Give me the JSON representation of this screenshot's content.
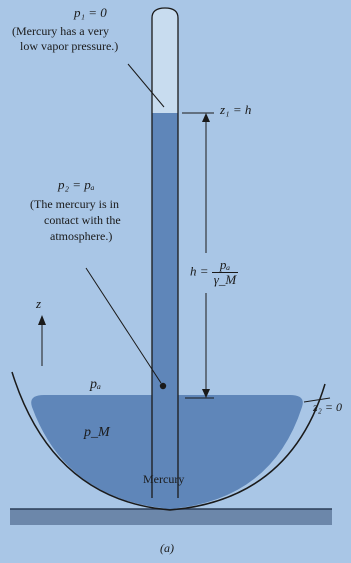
{
  "labels": {
    "p1": "p₁ = 0",
    "p1_note_1": "(Mercury has a very",
    "p1_note_2": "low vapor pressure.)",
    "z1": "z₁ = h",
    "p2": "p₂ = pₐ",
    "p2_note_1": "(The mercury is in",
    "p2_note_2": "contact with the",
    "p2_note_3": "atmosphere.)",
    "h_eq": "h =",
    "h_num": "pₐ",
    "h_den": "γ_M",
    "z_axis": "z",
    "pa": "pₐ",
    "pM": "p_M",
    "z2": "z₂ = 0",
    "mercury": "Mercury",
    "caption": "(a)"
  },
  "colors": {
    "background": "#a9c6e6",
    "mercury_fill": "#5f86b9",
    "tube_glass": "#c8dcef",
    "ink": "#1a1a1a"
  }
}
